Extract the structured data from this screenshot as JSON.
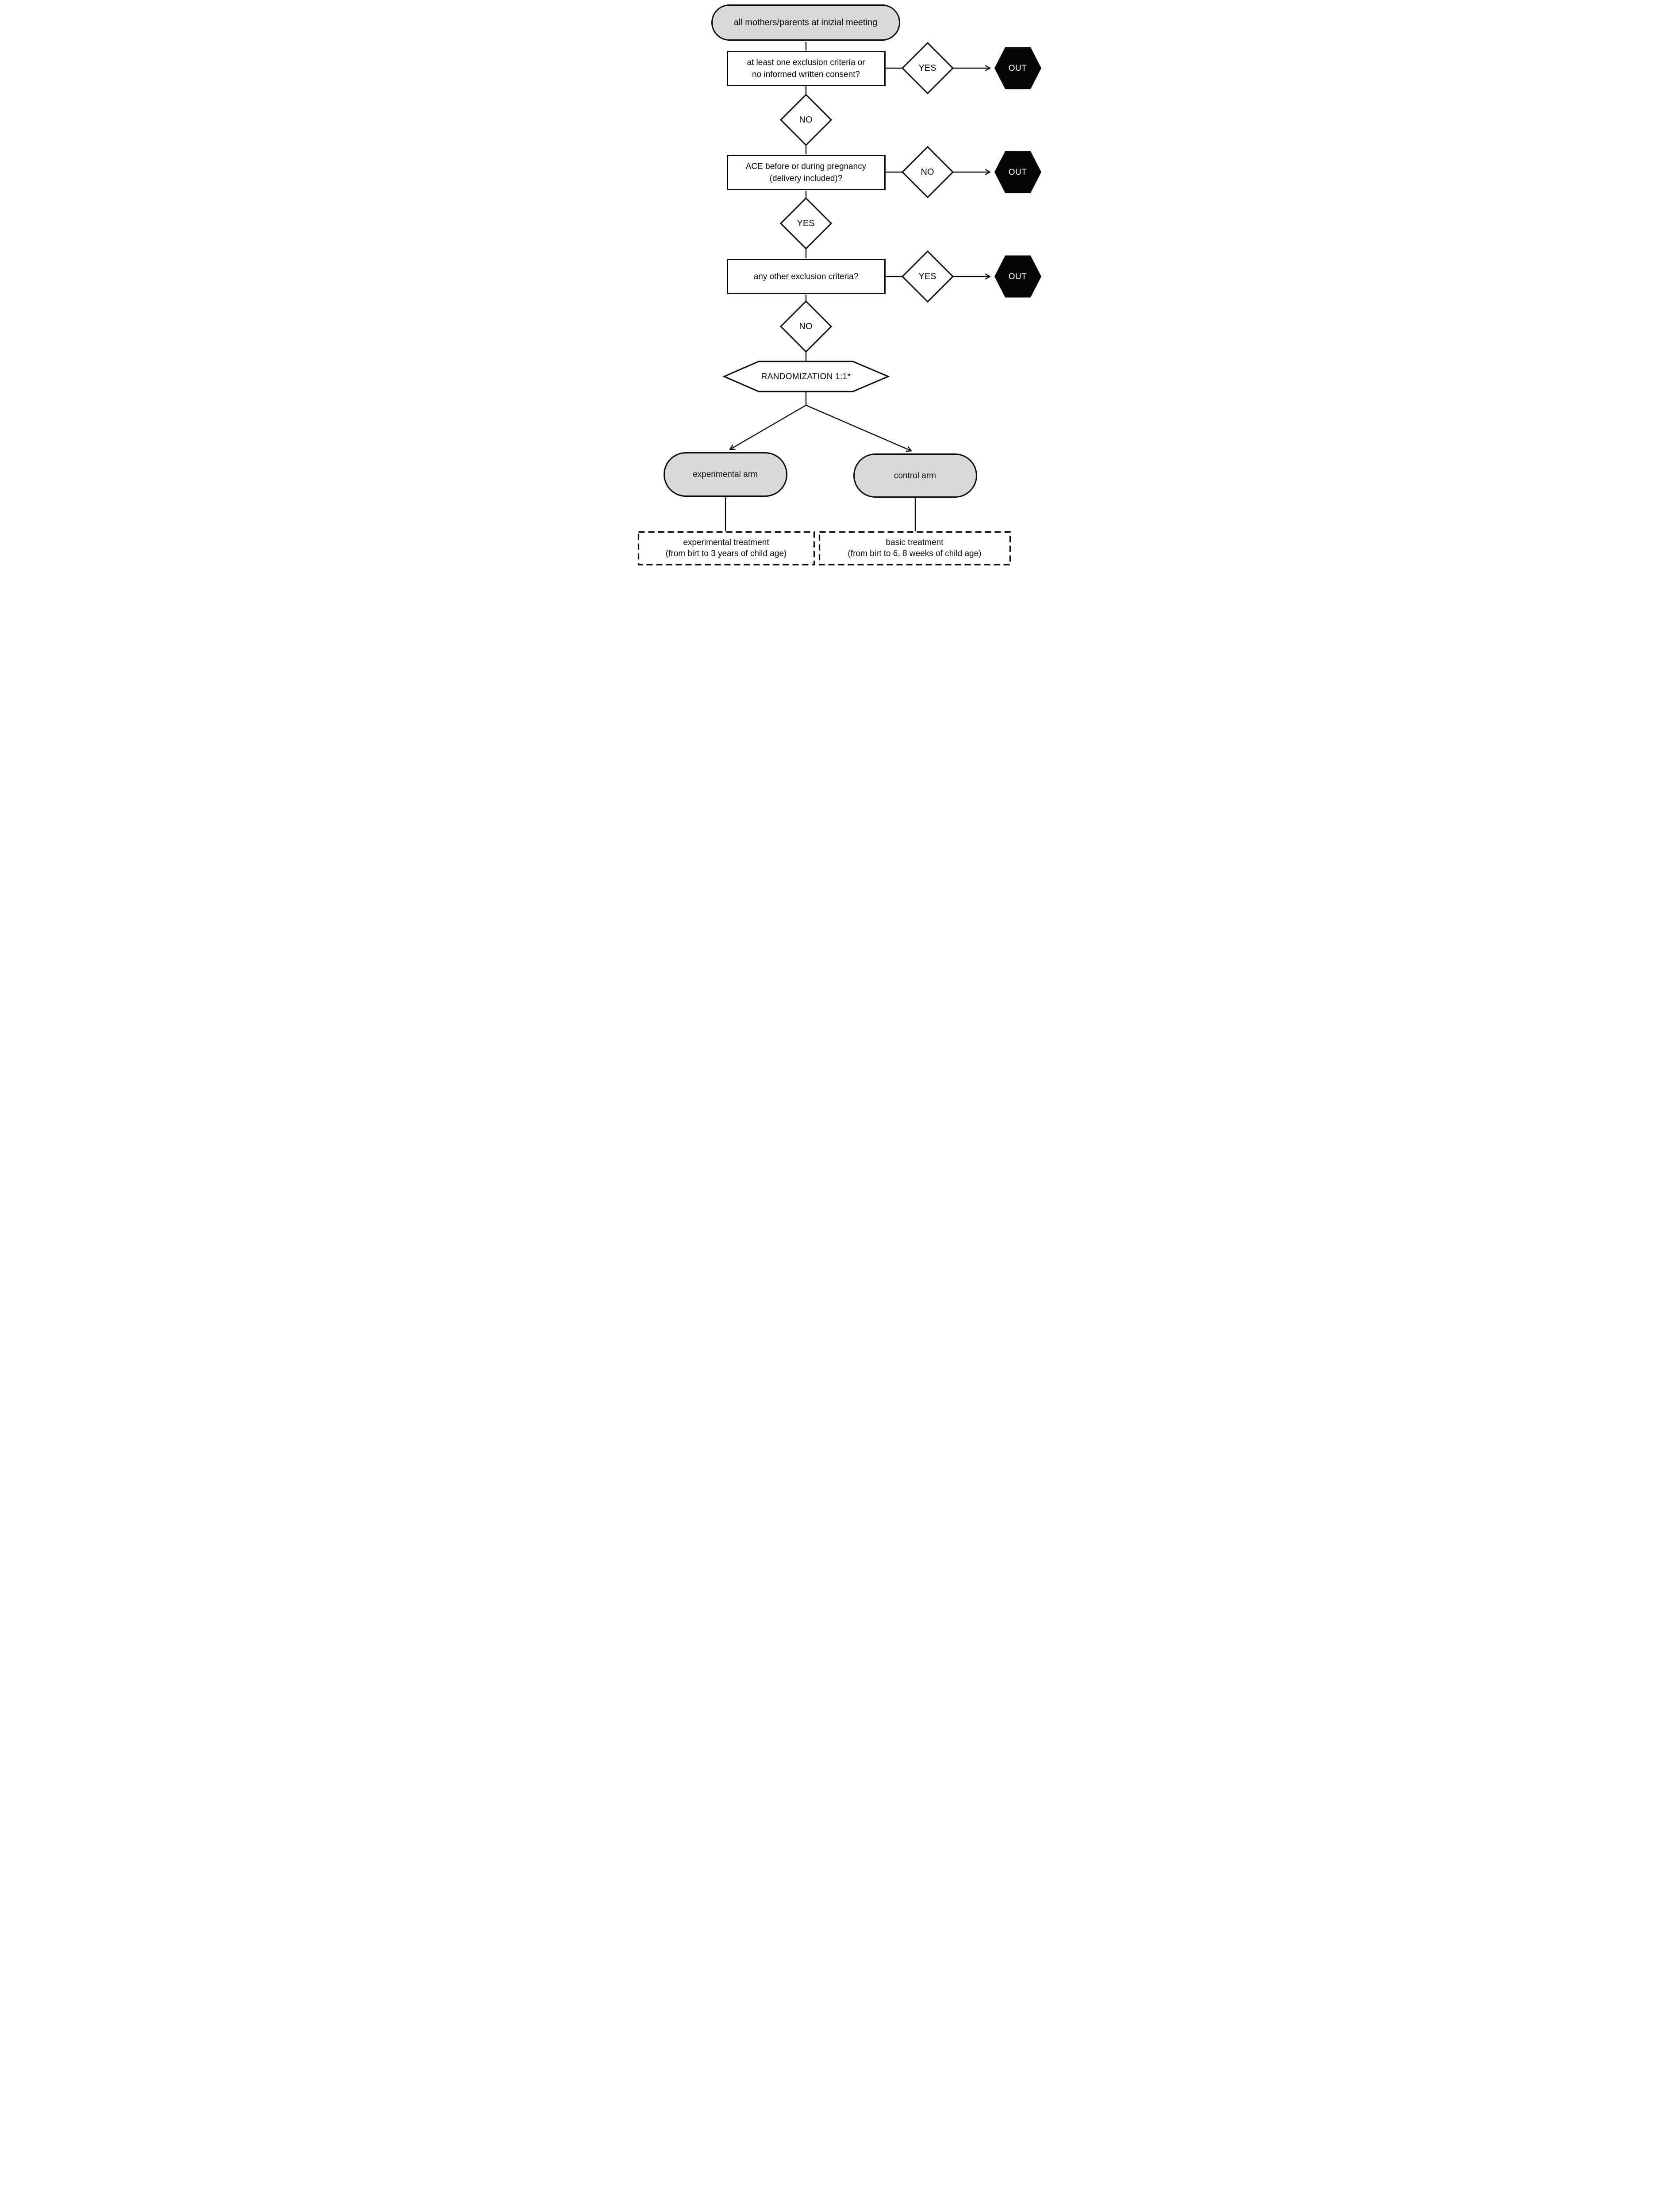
{
  "nodes": {
    "start": {
      "label": "all mothers/parents at inizial meeting"
    },
    "q1": {
      "line1": "at least one exclusion criteria or",
      "line2": "no informed written consent?"
    },
    "q1_branch": {
      "label": "YES"
    },
    "q1_out": {
      "label": "OUT"
    },
    "q1_continue": {
      "label": "NO"
    },
    "q2": {
      "line1": "ACE before or during pregnancy",
      "line2": "(delivery included)?"
    },
    "q2_branch": {
      "label": "NO"
    },
    "q2_out": {
      "label": "OUT"
    },
    "q2_continue": {
      "label": "YES"
    },
    "q3": {
      "label": "any other exclusion criteria?"
    },
    "q3_branch": {
      "label": "YES"
    },
    "q3_out": {
      "label": "OUT"
    },
    "q3_continue": {
      "label": "NO"
    },
    "randomization": {
      "label": "RANDOMIZATION 1:1*"
    },
    "experimental_arm": {
      "label": "experimental arm"
    },
    "control_arm": {
      "label": "control arm"
    },
    "experimental_treatment": {
      "line1": "experimental treatment",
      "line2": "(from birt to 3 years of child age)"
    },
    "basic_treatment": {
      "line1": "basic treatment",
      "line2": "(from birt to 6, 8 weeks of child age)"
    }
  },
  "colors": {
    "shape_fill_gray": "#d9d9d9",
    "shape_fill_white": "#ffffff",
    "out_fill": "#050505",
    "out_text": "#ffffff",
    "stroke": "#0b0b0b",
    "background": "#ffffff"
  }
}
